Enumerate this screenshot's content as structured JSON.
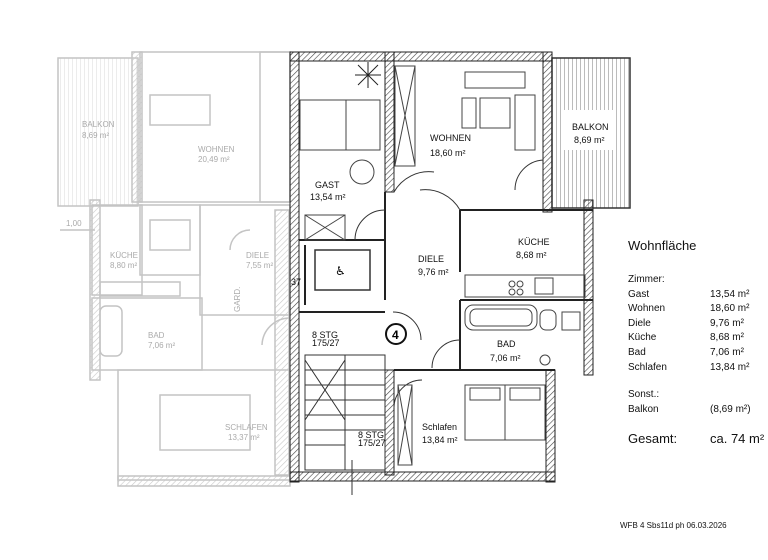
{
  "rooms_active": {
    "gast": {
      "name": "GAST",
      "area": "13,54 m²"
    },
    "wohnen": {
      "name": "WOHNEN",
      "area": "18,60 m²"
    },
    "balkon": {
      "name": "BALKON",
      "area": "8,69 m²"
    },
    "diele": {
      "name": "DIELE",
      "area": "9,76 m²"
    },
    "kueche": {
      "name": "KÜCHE",
      "area": "8,68 m²"
    },
    "bad": {
      "name": "BAD",
      "area": "7,06 m²"
    },
    "schlafen": {
      "name": "Schlafen",
      "area": "13,84 m²"
    }
  },
  "rooms_faded": {
    "balkon": {
      "name": "BALKON",
      "area": "8,69 m²"
    },
    "wohnen": {
      "name": "WOHNEN",
      "area": "20,49 m²"
    },
    "kueche": {
      "name": "KÜCHE",
      "area": "8,80 m²"
    },
    "diele": {
      "name": "DIELE",
      "area": "7,55 m²"
    },
    "bad": {
      "name": "BAD",
      "area": "7,06 m²"
    },
    "schlafen": {
      "name": "SCHLAFEN",
      "area": "13,37 m²"
    },
    "garderobe": "GARD.",
    "dim": "1,00"
  },
  "stairs": {
    "upper": {
      "count": "8 STG",
      "ratio": "175/27"
    },
    "lower": {
      "count": "8 STG",
      "ratio": "175/27"
    }
  },
  "unit_number": "4",
  "misc_label": "37",
  "accessibility_symbol": "♿",
  "panel": {
    "title": "Wohnfläche",
    "zimmer_heading": "Zimmer:",
    "rows": [
      {
        "name": "Gast",
        "area": "13,54 m²"
      },
      {
        "name": "Wohnen",
        "area": "18,60 m²"
      },
      {
        "name": "Diele",
        "area": "9,76 m²"
      },
      {
        "name": "Küche",
        "area": "8,68 m²"
      },
      {
        "name": "Bad",
        "area": "7,06 m²"
      },
      {
        "name": "Schlafen",
        "area": "13,84 m²"
      }
    ],
    "sonst_heading": "Sonst.:",
    "extra": {
      "name": "Balkon",
      "area": "(8,69 m²)"
    },
    "total_label": "Gesamt:",
    "total_value": "ca. 74 m²"
  },
  "footer": "WFB 4 Sbs11d ph 06.03.2026"
}
